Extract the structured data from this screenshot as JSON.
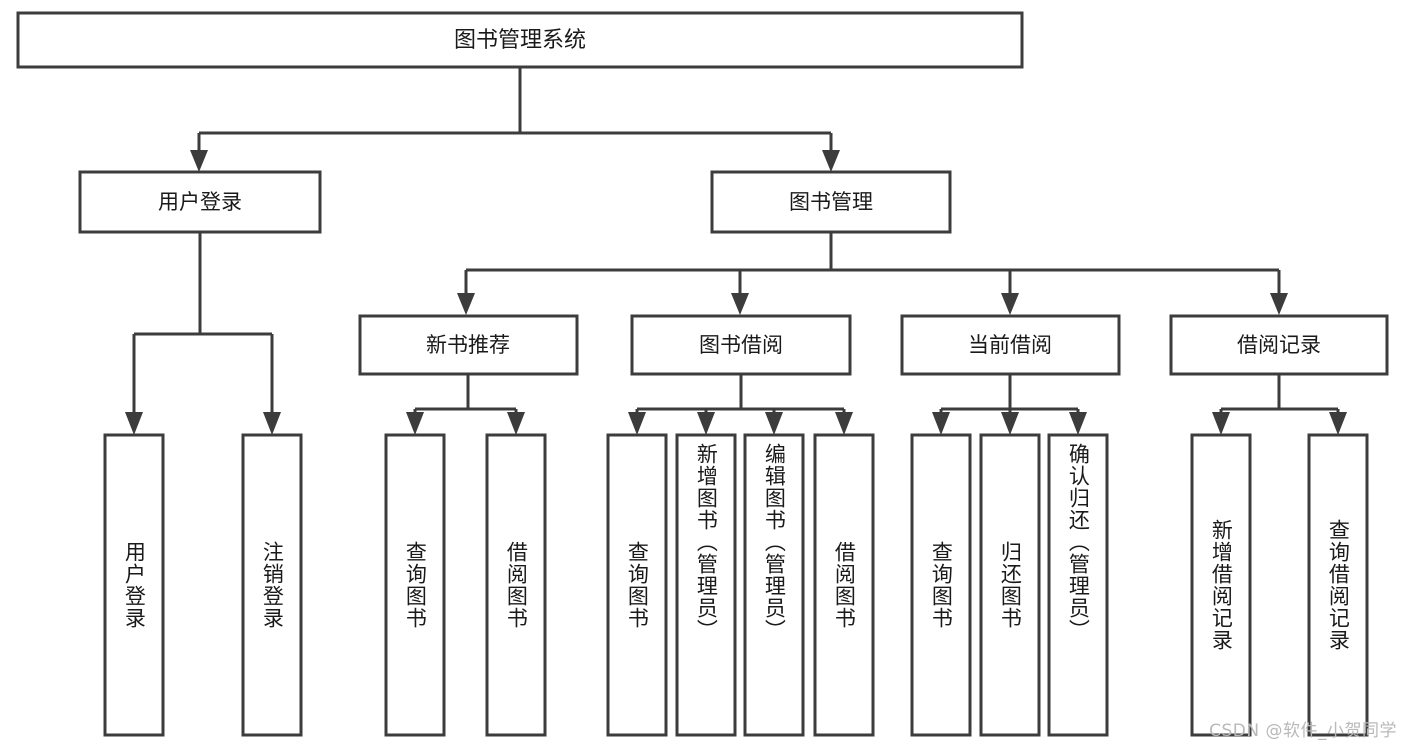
{
  "diagram": {
    "title": "图书管理系统",
    "type": "tree-hierarchy",
    "watermark": "CSDN @软件_小贺同学",
    "colors": {
      "line": "#3c3c3c",
      "box_fill": "#ffffff",
      "text": "#1a1a1a",
      "background": "#ffffff",
      "watermark": "#b9b9b9"
    },
    "root": {
      "label": "图书管理系统"
    },
    "level2": [
      {
        "id": "user-login",
        "label": "用户登录"
      },
      {
        "id": "book-management",
        "label": "图书管理"
      }
    ],
    "level3": [
      {
        "id": "new-book-recommend",
        "label": "新书推荐",
        "parent": "book-management"
      },
      {
        "id": "book-borrow",
        "label": "图书借阅",
        "parent": "book-management"
      },
      {
        "id": "current-borrow",
        "label": "当前借阅",
        "parent": "book-management"
      },
      {
        "id": "borrow-record",
        "label": "借阅记录",
        "parent": "book-management"
      }
    ],
    "leaves": [
      {
        "id": "leaf-user-login",
        "label": "用户登录",
        "parent": "user-login"
      },
      {
        "id": "leaf-user-logout",
        "label": "注销登录",
        "parent": "user-login"
      },
      {
        "id": "leaf-query-book-1",
        "label": "查询图书",
        "parent": "new-book-recommend"
      },
      {
        "id": "leaf-borrow-book-1",
        "label": "借阅图书",
        "parent": "new-book-recommend"
      },
      {
        "id": "leaf-query-book-2",
        "label": "查询图书",
        "parent": "book-borrow"
      },
      {
        "id": "leaf-add-book",
        "label": "新增图书（管理员）",
        "parent": "book-borrow"
      },
      {
        "id": "leaf-edit-book",
        "label": "编辑图书（管理员）",
        "parent": "book-borrow"
      },
      {
        "id": "leaf-borrow-book-2",
        "label": "借阅图书",
        "parent": "book-borrow"
      },
      {
        "id": "leaf-query-book-3",
        "label": "查询图书",
        "parent": "current-borrow"
      },
      {
        "id": "leaf-return-book",
        "label": "归还图书",
        "parent": "current-borrow"
      },
      {
        "id": "leaf-confirm-return",
        "label": "确认归还（管理员）",
        "parent": "current-borrow"
      },
      {
        "id": "leaf-add-record",
        "label": "新增借阅记录",
        "parent": "borrow-record"
      },
      {
        "id": "leaf-query-record",
        "label": "查询借阅记录",
        "parent": "borrow-record"
      }
    ]
  }
}
